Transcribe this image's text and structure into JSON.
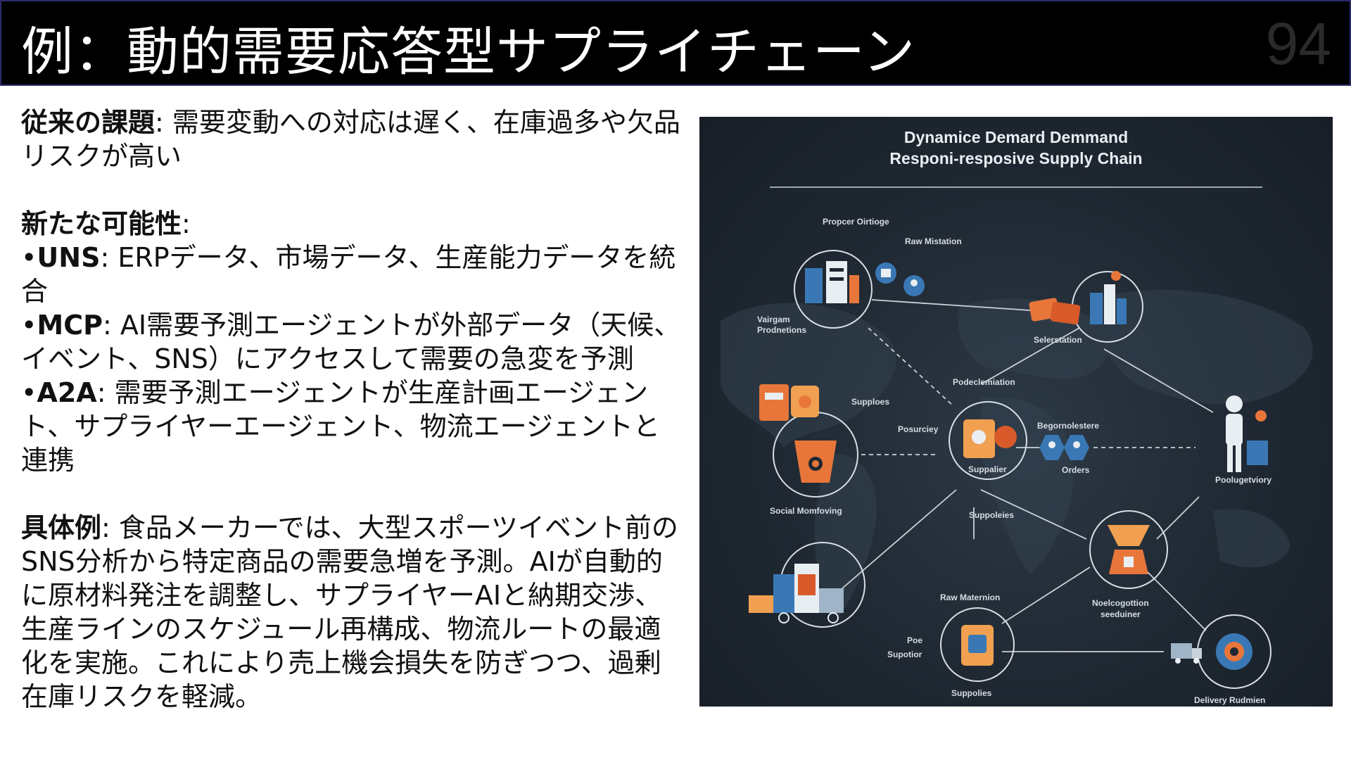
{
  "header": {
    "title": "例：動的需要応答型サプライチェーン",
    "page_number": "94"
  },
  "content": {
    "challenge": {
      "label": "従来の課題",
      "text": ": 需要変動への対応は遅く、在庫過多や欠品リスクが高い"
    },
    "possibilities": {
      "label": "新たな可能性",
      "colon": ":",
      "items": [
        {
          "bullet": "•",
          "term": "UNS",
          "text": ": ERPデータ、市場データ、生産能力データを統合"
        },
        {
          "bullet": "•",
          "term": "MCP",
          "text": ": AI需要予測エージェントが外部データ（天候、イベント、SNS）にアクセスして需要の急変を予測"
        },
        {
          "bullet": "•",
          "term": "A2A",
          "text": ": 需要予測エージェントが生産計画エージェント、サプライヤーエージェント、物流エージェントと連携"
        }
      ]
    },
    "example": {
      "label": "具体例",
      "text": ": 食品メーカーでは、大型スポーツイベント前のSNS分析から特定商品の需要急増を予測。AIが自動的に原材料発注を調整し、サプライヤーAIと納期交渉、生産ラインのスケジュール再構成、物流ルートの最適化を実施。これにより売上機会損失を防ぎつつ、過剰在庫リスクを軽減。"
    }
  },
  "illustration": {
    "title_line1": "Dynamice Demard Demmand",
    "title_line2": "Responi-resposive Supply Chain",
    "labels": {
      "proper_oirtioge": "Propcer Oirtioge",
      "raw_mistation": "Raw Mistation",
      "vairgam": "Vairgam",
      "prodnetions": "Prodnetions",
      "seleration": "Selerstation",
      "podeclemiation": "Podeclemiation",
      "supploes": "Supploes",
      "posurciey": "Posurciey",
      "suppalier": "Suppalier",
      "begornolestere": "Begornolestere",
      "orders": "Orders",
      "poolugetviory": "Poolugetviory",
      "social_momfoving": "Social Momfoving",
      "suppoleies": "Suppoleies",
      "raw_maternion": "Raw Maternion",
      "noelcogottion": "Noelcogottion",
      "seeduiner": "seeduiner",
      "poe": "Poe",
      "supotior": "Supotior",
      "suppolies_bottom": "Suppolies",
      "delivery_rudmien": "Delivery Rudmien"
    },
    "colors": {
      "background": "#1f2832",
      "accent_orange": "#e8763a",
      "accent_blue": "#3a78b5",
      "line": "#c9d2da"
    }
  }
}
